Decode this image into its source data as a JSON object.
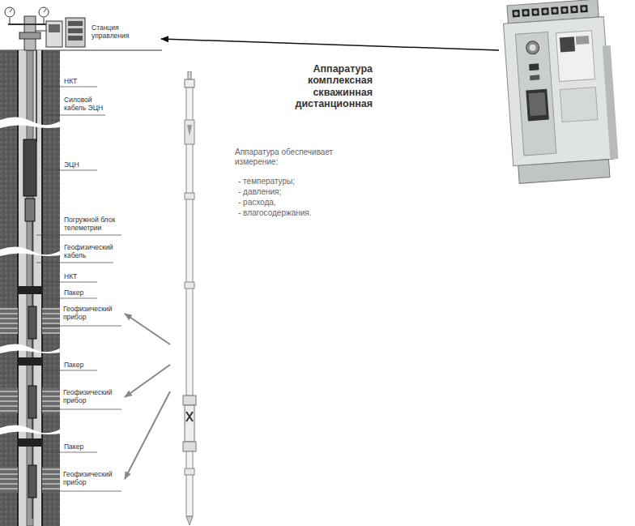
{
  "diagram": {
    "nodes": [
      {
        "text": [
          "Станция управления"
        ]
      },
      {
        "text": [
          "Аппаратура комплексная скважинная дистанционная"
        ]
      },
      {
        "text": [
          "Аппаратура обеспечивает измерение:",
          "- температуры;",
          "- давления;",
          "- расхода,",
          "- влагосодержания."
        ]
      },
      {
        "text": [
          "Геофизический прибор"
        ]
      },
      {
        "text": [
          "Геофизический прибор"
        ]
      },
      {
        "text": [
          "Геофизический прибор"
        ]
      }
    ],
    "edges": [
      {
        "from": 1,
        "to": 0,
        "arrow": "to"
      },
      {
        "from": 2,
        "to": 3,
        "arrow": "to"
      },
      {
        "from": 2,
        "to": 4,
        "arrow": "to"
      },
      {
        "from": 2,
        "to": 5,
        "arrow": "to"
      }
    ],
    "labels": [
      "НКТ",
      "Силовой кабель ЭЦН",
      "ЭЦН",
      "Погружной блок телеметрии",
      "Геофизический кабель",
      "НКТ",
      "Пакер",
      "Пакер",
      "Пакер"
    ]
  }
}
